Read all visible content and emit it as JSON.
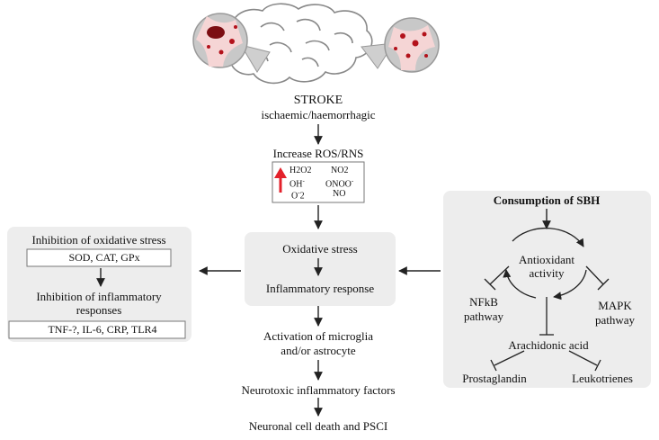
{
  "stroke": {
    "title": "STROKE",
    "subtitle": "ischaemic/haemorrhagic"
  },
  "ros": {
    "title": "Increase ROS/RNS",
    "species": [
      {
        "base": "H2O2",
        "sup": ""
      },
      {
        "base": "NO2",
        "sup": ""
      },
      {
        "base": "OH",
        "sup": "-"
      },
      {
        "base": "ONOO",
        "sup": "-"
      },
      {
        "base": "O",
        "sup": "-"
      },
      {
        "base": "2",
        "sup": ""
      },
      {
        "base": "NO",
        "sup": ""
      }
    ]
  },
  "center_box": {
    "line1": "Oxidative stress",
    "line2": "Inflammatory response"
  },
  "center_flow": [
    "Activation of microglia",
    "and/or astrocyte",
    "Neurotoxic inflammatory factors",
    "Neuronal cell death and PSCI"
  ],
  "left_box": {
    "title1": "Inhibition of oxidative stress",
    "markers1": "SOD, CAT, GPx",
    "title2_line1": "Inhibition of inflammatory",
    "title2_line2": "responses",
    "markers2": "TNF-?, IL-6, CRP, TLR4"
  },
  "right_box": {
    "title": "Consumption of SBH",
    "cycle_line1": "Antioxidant",
    "cycle_line2": "activity",
    "nfkb_line1": "NFkB",
    "nfkb_line2": "pathway",
    "mapk_line1": "MAPK",
    "mapk_line2": "pathway",
    "arachidonic": "Arachidonic acid",
    "prostaglandin": "Prostaglandin",
    "leukotrienes": "Leukotrienes"
  },
  "colors": {
    "arrow_up": "#e3212b",
    "arrow_down": "#e3212b",
    "box_fill": "#ededed",
    "lesion": "#b3121b"
  }
}
